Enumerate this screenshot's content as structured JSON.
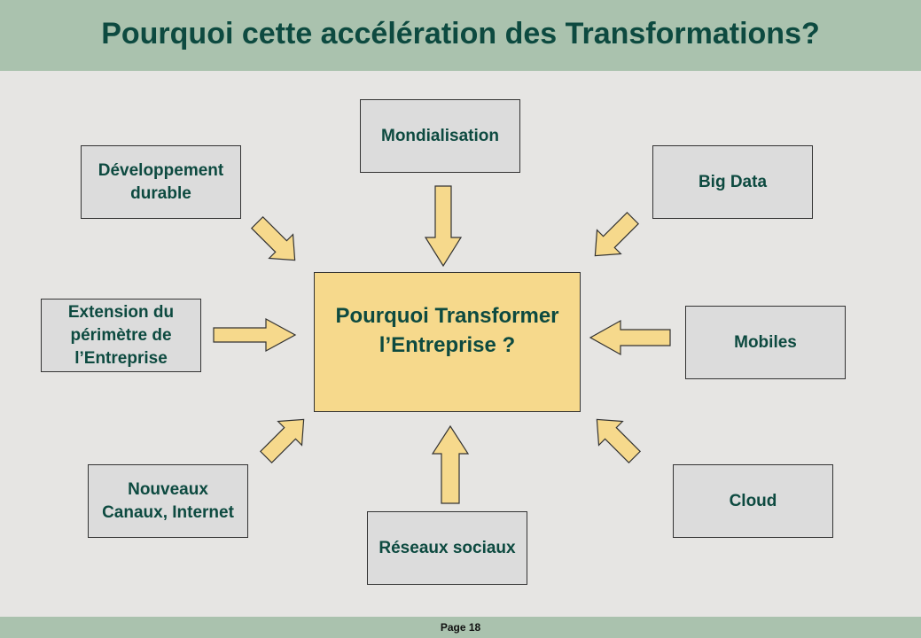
{
  "title": "Pourquoi cette accélération des Transformations?",
  "center_text": "Pourquoi Transformer\nl’Entreprise ?",
  "factors": {
    "mondialisation": "Mondialisation",
    "developpement": "Développement\ndurable",
    "bigdata": "Big Data",
    "extension": "Extension du\npérimètre de\nl’Entreprise",
    "mobiles": "Mobiles",
    "nouveaux": "Nouveaux\nCanaux, Internet",
    "cloud": "Cloud",
    "reseaux": "Réseaux sociaux"
  },
  "footer": {
    "page": "Page  18"
  },
  "colors": {
    "header_band": "#aac2ae",
    "title_text": "#0d4a40",
    "center_fill": "#f6d98c",
    "box_fill": "#dcdcdc",
    "arrow_fill": "#f6d98c"
  }
}
